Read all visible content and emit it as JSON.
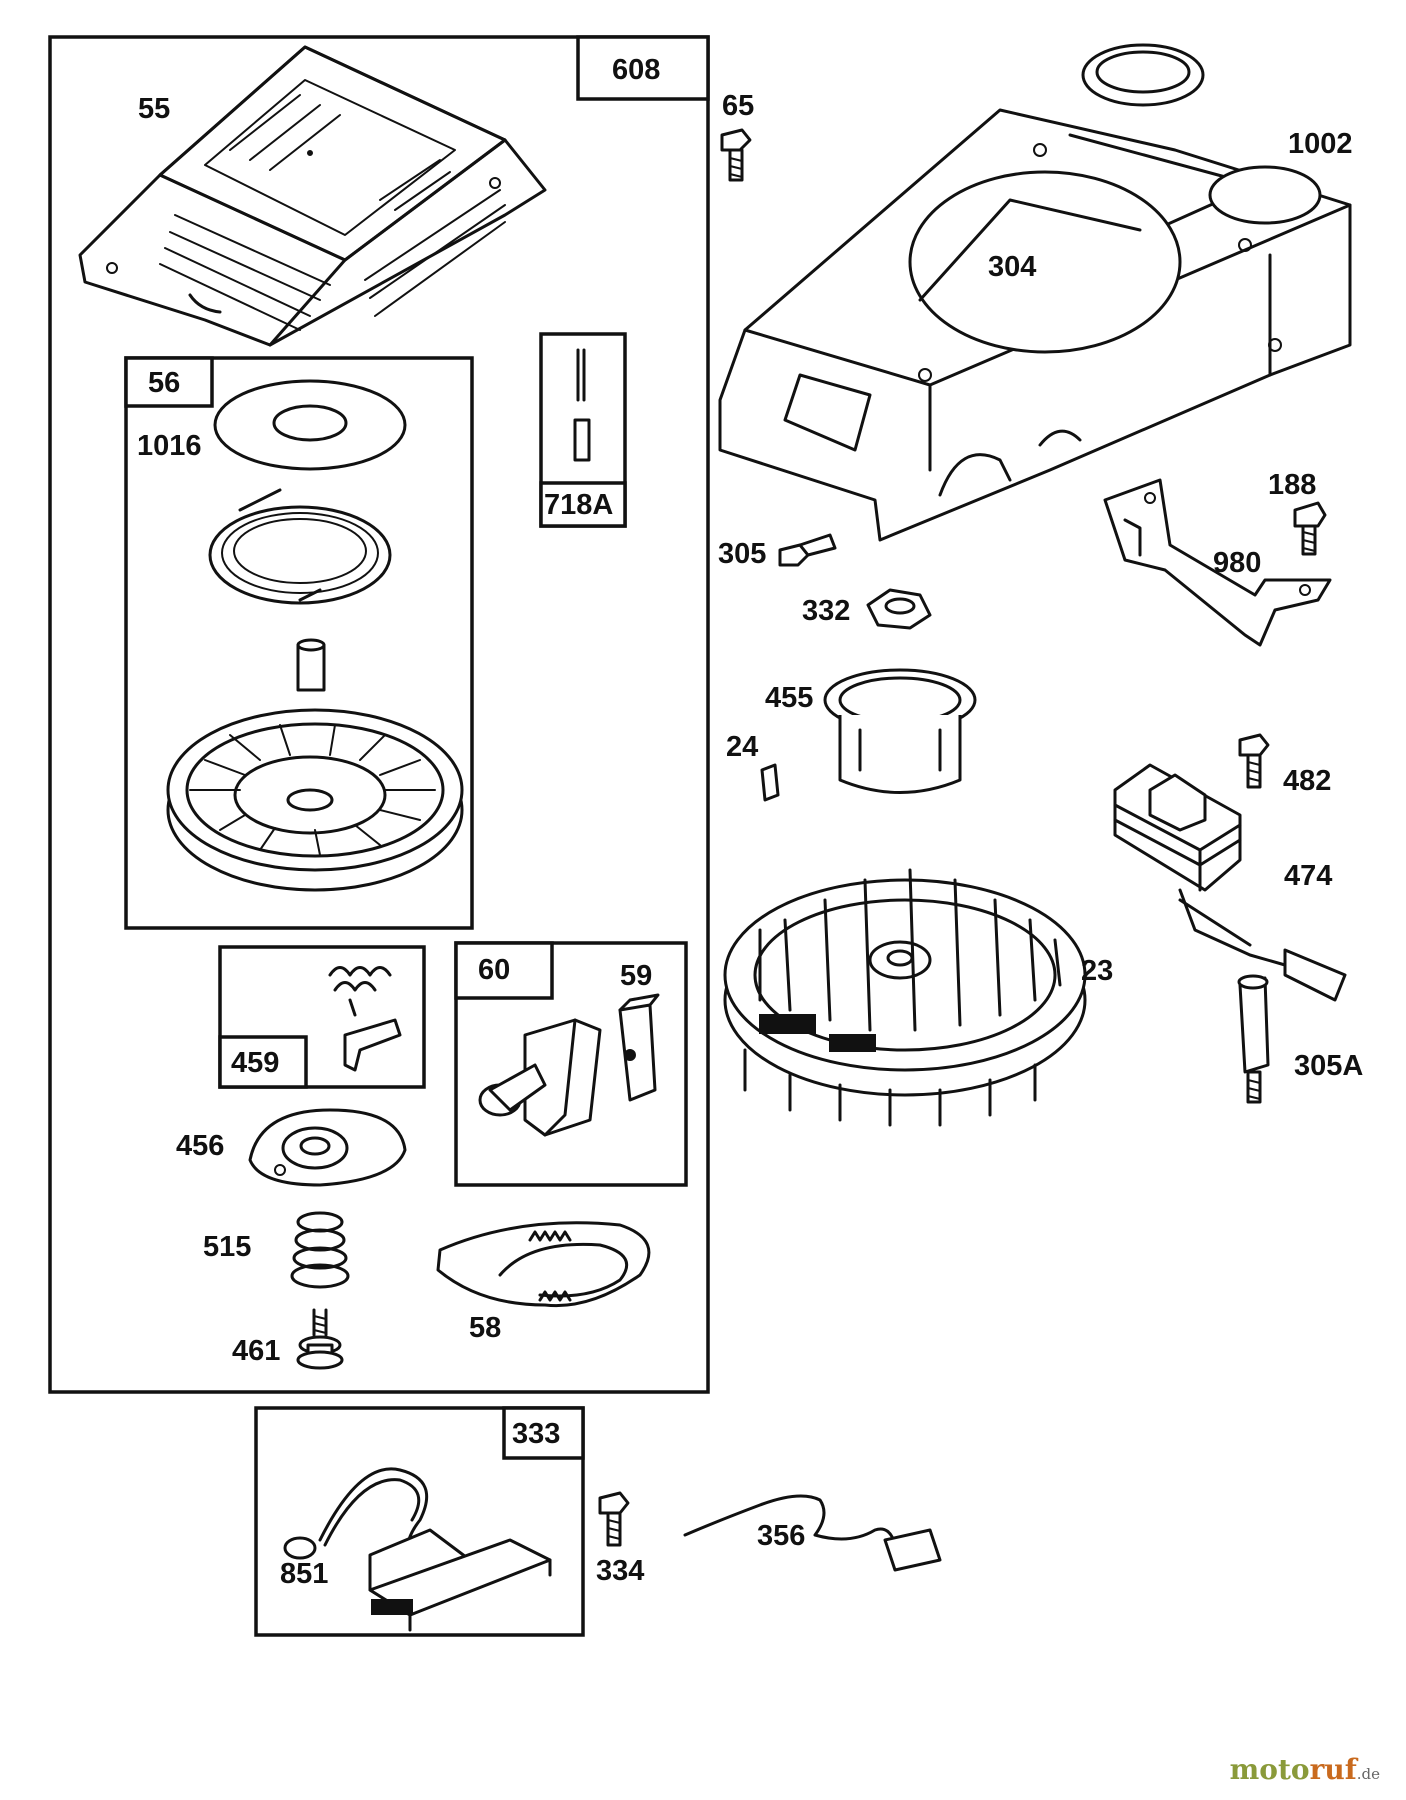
{
  "groups": {
    "g608": "608",
    "g56": "56",
    "g718A": "718A",
    "g459": "459",
    "g60": "60",
    "g333": "333"
  },
  "parts": {
    "p55": "55",
    "p1016": "1016",
    "p456": "456",
    "p515": "515",
    "p461": "461",
    "p58": "58",
    "p59": "59",
    "p65": "65",
    "p1002": "1002",
    "p304": "304",
    "p188": "188",
    "p980": "980",
    "p305": "305",
    "p332": "332",
    "p455": "455",
    "p24": "24",
    "p482": "482",
    "p474": "474",
    "p23": "23",
    "p305A": "305A",
    "p334": "334",
    "p356": "356",
    "p851": "851"
  },
  "watermark": {
    "part1": "moto",
    "part2": "ruf",
    "part3": ".de"
  }
}
